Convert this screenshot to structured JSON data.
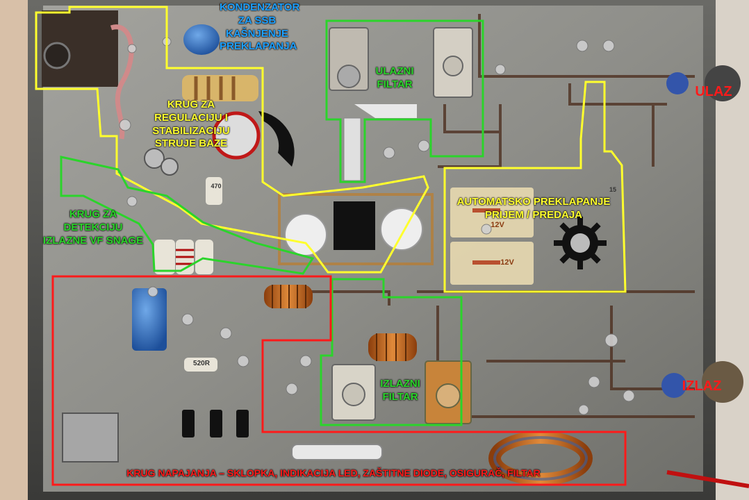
{
  "image": {
    "subject": "Annotated photograph of an RF amplifier circuit board"
  },
  "colors": {
    "yellow_label": "#ffff2e",
    "green_label": "#2bd42b",
    "blue_label": "#1ea0ff",
    "red_label": "#ff1a1a",
    "board_metal": "#8f8f8b",
    "copper": "#c86a1e"
  },
  "labels": {
    "kondenzator": "KONDENZATOR\nZA SSB\nKAŠNJENJE\nPREKLAPANJA",
    "ulazni_filtar": "ULAZNI\nFILTAR",
    "ulaz": "ULAZ",
    "krug_regulacija": "KRUG ZA\nREGULACIJU I\nSTABILIZACIJU\nSTRUJE BAZE",
    "krug_detekcija": "KRUG ZA\nDETEKCIJU\nIZLAZNE VF SNAGE",
    "automatsko": "AUTOMATSKO PREKLAPANJE\nPRIJEM / PREDAJA",
    "izlazni_filtar": "IZLAZNI\nFILTAR",
    "izlaz": "IZLAZ",
    "krug_napajanja": "KRUG NAPAJANJA – SKLOPKA, INDIKACIJA LED, ZAŠTITNE DIODE, OSIGURAČ, FILTAR"
  },
  "component_markings": {
    "relay_label": "12V",
    "resistor_470": "470",
    "resistor_520": "520R",
    "resistor_15": "15"
  }
}
